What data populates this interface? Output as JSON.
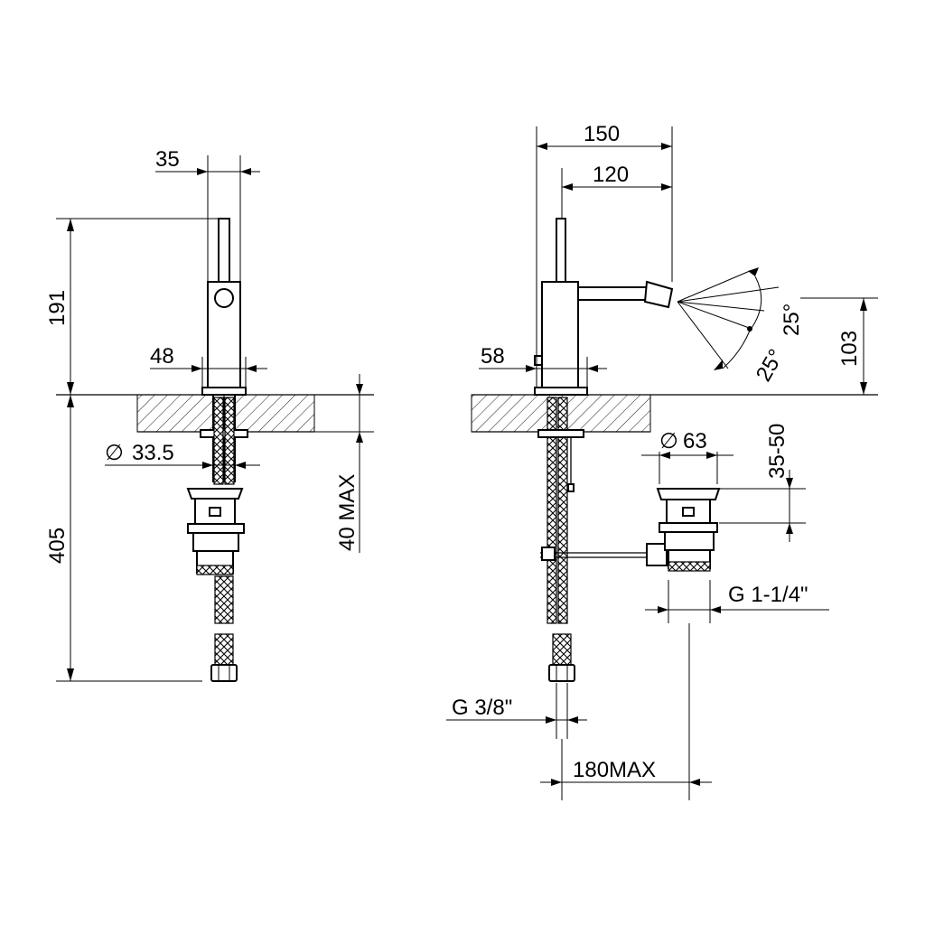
{
  "side_view": {
    "width_top": "35",
    "height_spout": "191",
    "base_width": "48",
    "hole_diameter_symbol": "∅",
    "hole_diameter": "33.5",
    "max_thickness": "40 MAX",
    "height_below": "405"
  },
  "front_view": {
    "overall_depth": "150",
    "spout_reach": "120",
    "base_offset": "58",
    "spray_angle_up": "25°",
    "spray_angle_down": "25°",
    "spout_height": "103",
    "waste_diameter_symbol": "∅",
    "waste_diameter": "63",
    "waste_adjust": "35-50",
    "waste_thread": "G 1-1/4\"",
    "supply_thread": "G 3/8\"",
    "max_distance": "180MAX"
  }
}
